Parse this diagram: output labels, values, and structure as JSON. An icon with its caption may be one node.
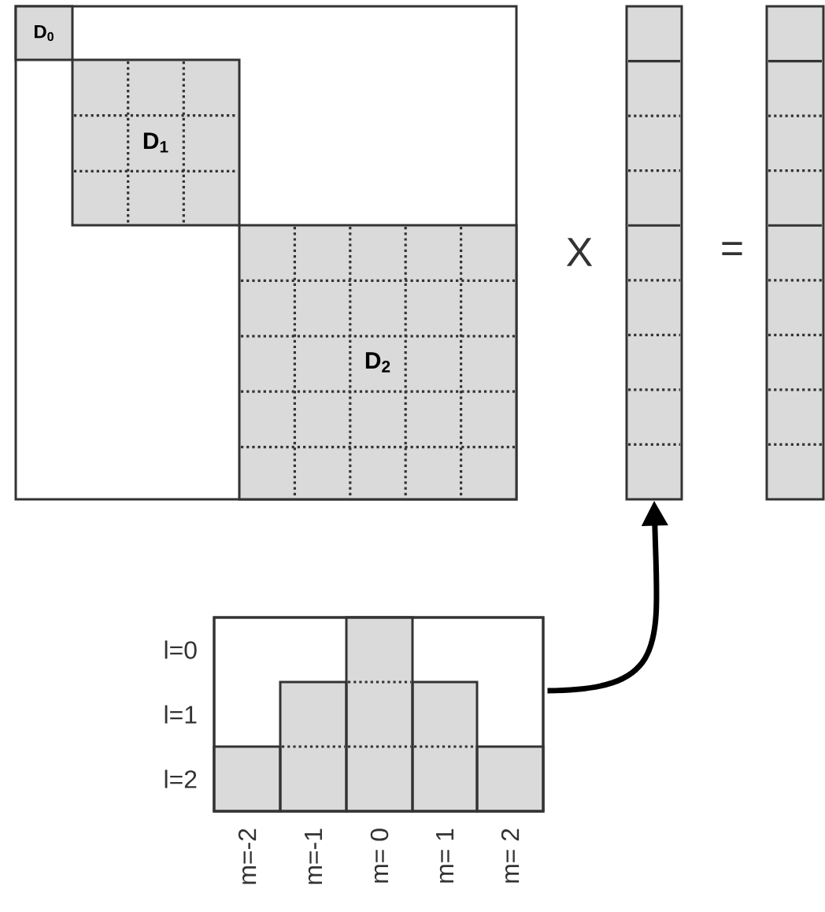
{
  "diagram": {
    "nodes": [
      {
        "text": [],
        "shape": "box"
      },
      {
        "text": [
          "D$_{0}$"
        ],
        "in": 0
      },
      {
        "text": [
          "D$_{1}$"
        ],
        "in": 0
      },
      {
        "text": [
          "D$_{2}$"
        ],
        "in": 0
      },
      {
        "text": [],
        "shape": "box"
      },
      {
        "text": [],
        "shape": "box"
      },
      {
        "text": [],
        "shape": "box",
        "beside": [
          "l=0",
          "l=1",
          "l=2",
          "m=-2",
          "m=-1",
          "m= 0",
          "m= 1",
          "m= 2"
        ]
      }
    ],
    "edges": [
      {
        "from": 6,
        "to": 4,
        "arrow": "to"
      }
    ],
    "labels": [
      "X",
      "="
    ]
  }
}
